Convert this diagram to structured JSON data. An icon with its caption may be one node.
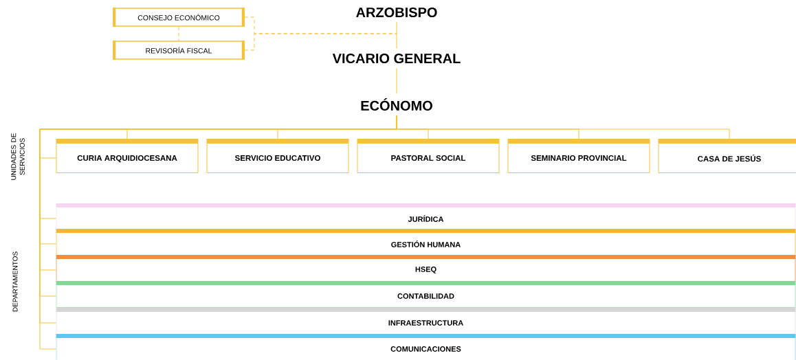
{
  "diagram": {
    "nodes": [
      {
        "text": [
          "ARZOBISPO"
        ]
      },
      {
        "text": [
          "VICARIO GENERAL"
        ]
      },
      {
        "text": [
          "ECÓNOMO"
        ]
      },
      {
        "text": [
          "CONSEJO ECONÓMICO"
        ]
      },
      {
        "text": [
          "REVISORÍA FISCAL"
        ]
      },
      {
        "text": [
          "CURIA ARQUIDIOCESANA"
        ]
      },
      {
        "text": [
          "SERVICIO EDUCATIVO"
        ]
      },
      {
        "text": [
          "PASTORAL SOCIAL"
        ]
      },
      {
        "text": [
          "SEMINARIO PROVINCIAL"
        ]
      },
      {
        "text": [
          "CASA DE JESÚS"
        ]
      },
      {
        "text": [
          "JURÍDICA"
        ]
      },
      {
        "text": [
          "GESTIÓN HUMANA"
        ]
      },
      {
        "text": [
          "HSEQ"
        ]
      },
      {
        "text": [
          "CONTABILIDAD"
        ]
      },
      {
        "text": [
          "INFRAESTRUCTURA"
        ]
      },
      {
        "text": [
          "COMUNICACIONES"
        ]
      }
    ],
    "edges": [
      {
        "from": 0,
        "to": 1,
        "arrow": "none"
      },
      {
        "from": 1,
        "to": 2,
        "arrow": "none"
      },
      {
        "from": 3,
        "to": 4,
        "arrow": "none",
        "style": "dashed"
      },
      {
        "from": 3,
        "to": 0,
        "arrow": "none",
        "style": "dashed"
      },
      {
        "from": 4,
        "to": 0,
        "arrow": "none",
        "style": "dashed"
      },
      {
        "from": 2,
        "to": 5,
        "arrow": "none"
      },
      {
        "from": 2,
        "to": 6,
        "arrow": "none"
      },
      {
        "from": 2,
        "to": 7,
        "arrow": "none"
      },
      {
        "from": 2,
        "to": 8,
        "arrow": "none"
      },
      {
        "from": 2,
        "to": 9,
        "arrow": "none"
      },
      {
        "from": 2,
        "to": 10,
        "arrow": "none"
      },
      {
        "from": 2,
        "to": 11,
        "arrow": "none"
      },
      {
        "from": 2,
        "to": 12,
        "arrow": "none"
      },
      {
        "from": 2,
        "to": 13,
        "arrow": "none"
      },
      {
        "from": 2,
        "to": 14,
        "arrow": "none"
      },
      {
        "from": 2,
        "to": 15,
        "arrow": "none"
      }
    ],
    "labels": [
      "UNIDADES DE SERVICIOS",
      "DEPARTAMENTOS"
    ]
  }
}
